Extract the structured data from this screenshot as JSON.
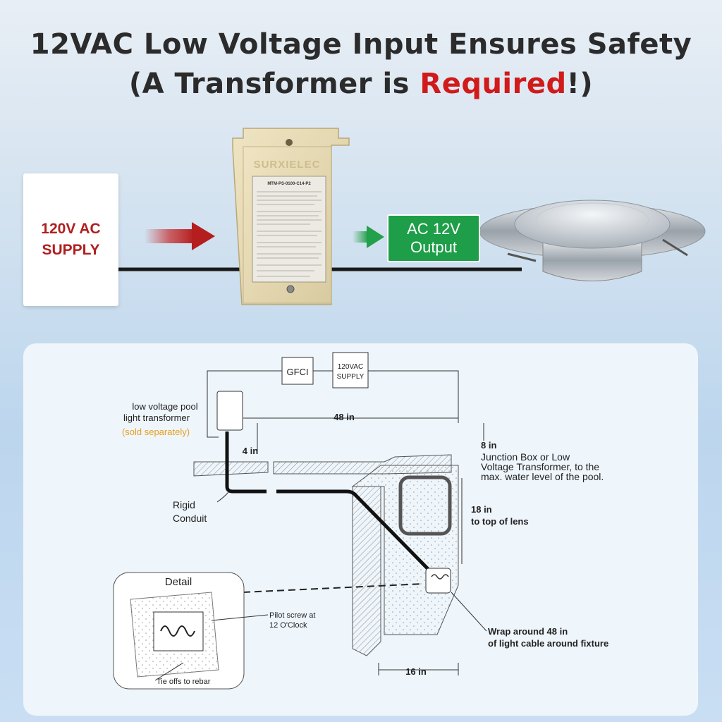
{
  "header": {
    "line1": "12VAC Low Voltage Input Ensures Safety",
    "line2_pre": "(A Transformer is ",
    "line2_red": "Required",
    "line2_post": "!)"
  },
  "supply": {
    "line1": "120V AC",
    "line2": "SUPPLY"
  },
  "transformer": {
    "brand": "SURXIELEC",
    "model": "MTM-PS-0100-C14-P2"
  },
  "output": {
    "line1": "AC 12V",
    "line2": "Output"
  },
  "diagram": {
    "gfci": "GFCI",
    "supply_box_line1": "120VAC",
    "supply_box_line2": "SUPPLY",
    "transformer_label_line1": "low voltage pool",
    "transformer_label_line2": "light transformer",
    "sold_separately": "(sold separately)",
    "dim_48": "48 in",
    "dim_4": "4 in",
    "dim_8": "8 in",
    "junction_line1": "Junction Box or Low",
    "junction_line2": "Voltage Transformer, to the",
    "junction_line3": "max. water level of the pool.",
    "rigid_line1": "Rigid",
    "rigid_line2": "Conduit",
    "dim_18_line1": "18 in",
    "dim_18_line2": "to top of lens",
    "detail_title": "Detail",
    "pilot_line1": "Pilot screw at",
    "pilot_line2": "12 O'Clock",
    "tie_offs": "Tie offs to rebar",
    "wrap_line1": "Wrap around 48 in",
    "wrap_line2": "of light cable around fixture",
    "dim_16": "16 in"
  },
  "colors": {
    "title": "#2b2b2b",
    "required_red": "#d11a1a",
    "supply_text": "#b01f1f",
    "output_green": "#1e9e48",
    "sold_separately_orange": "#e8a020",
    "transformer_beige": "#e8dcb5"
  }
}
